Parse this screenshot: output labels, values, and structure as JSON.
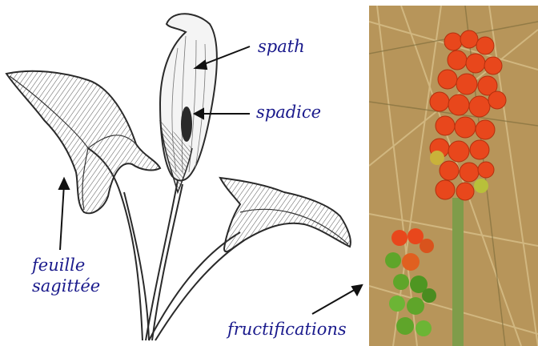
{
  "labels": {
    "spath": "spath",
    "spadice": "spadice",
    "feuille_line1": "feuille",
    "feuille_line2": "sagittée",
    "fructifications": "fructifications"
  },
  "colors": {
    "label_text": "#1a1a8c",
    "sketch_ink": "#2a2a2a",
    "berry_red": "#e8471c",
    "berry_green": "#5fa52a",
    "grass_bg": "#b7955a"
  }
}
